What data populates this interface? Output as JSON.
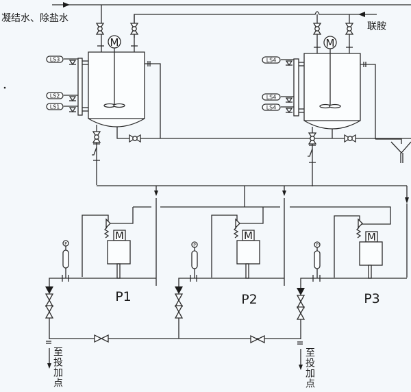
{
  "labels": {
    "inlet_water": "凝结水、除盐水",
    "inlet_hydrazine": "联胺",
    "outlet_1": "至投加点",
    "outlet_2": "至投加点"
  },
  "tanks": [
    {
      "id": "tank-1",
      "motor": "M",
      "level_switches": [
        "LS3",
        "LS2",
        "LS1"
      ]
    },
    {
      "id": "tank-2",
      "motor": "M",
      "level_switches": [
        "LS4",
        "LS4",
        "LS4"
      ]
    }
  ],
  "pumps": [
    {
      "id": "P1",
      "label": "P1",
      "motor": "M",
      "gauge": "P"
    },
    {
      "id": "P2",
      "label": "P2",
      "motor": "M",
      "gauge": "P"
    },
    {
      "id": "P3",
      "label": "P3",
      "motor": "M",
      "gauge": "P"
    }
  ]
}
